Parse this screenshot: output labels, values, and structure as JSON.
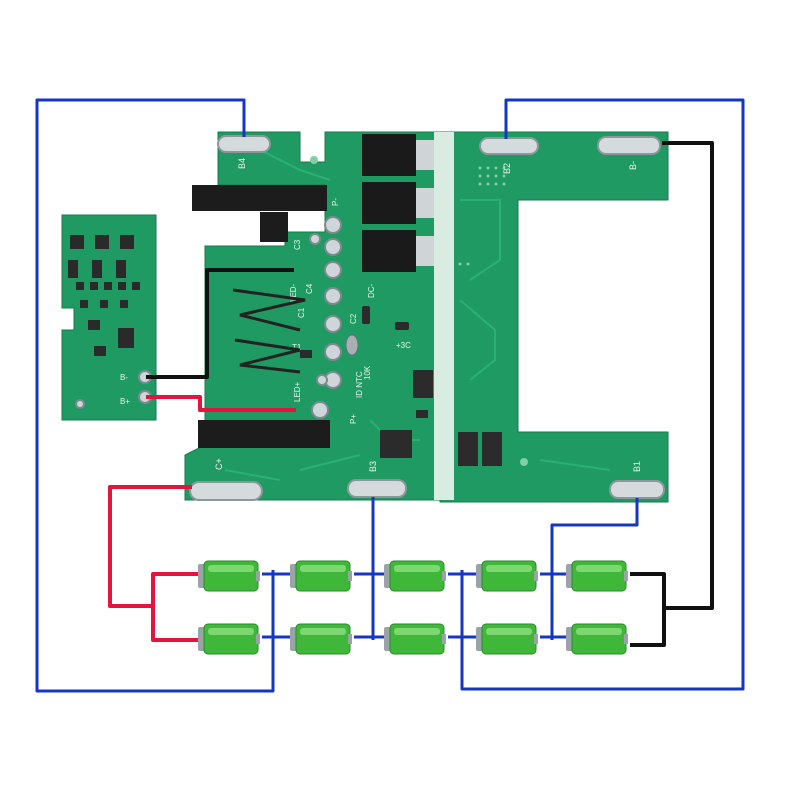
{
  "colors": {
    "pcb": "#1f9a62",
    "pcb_dark": "#147a4a",
    "trace": "#23a86a",
    "silk": "#e8f5ee",
    "wire_blue": "#1535c4",
    "wire_black": "#111111",
    "wire_red": "#e0163c",
    "cell_green": "#3fb83a",
    "cell_cap": "#9aa3a8"
  },
  "board": {
    "pad_b4": "B4",
    "pad_b2": "B2",
    "pad_bminus": "B-",
    "pad_cplus": "C+",
    "pad_b3": "B3",
    "pad_b1": "B1",
    "c3": "C3",
    "c4": "C4",
    "c1": "C1",
    "c2": "C2",
    "led_minus": "LED-",
    "led_plus": "LED+",
    "t1": "T1",
    "id_ntc": "ID NTC",
    "ntc_value": "10K",
    "dc_minus": "DC-",
    "p_minus": "P-",
    "p_plus": "P+",
    "plus_3": "+3C"
  },
  "led_board": {
    "b_minus": "B-",
    "b_plus": "B+"
  }
}
